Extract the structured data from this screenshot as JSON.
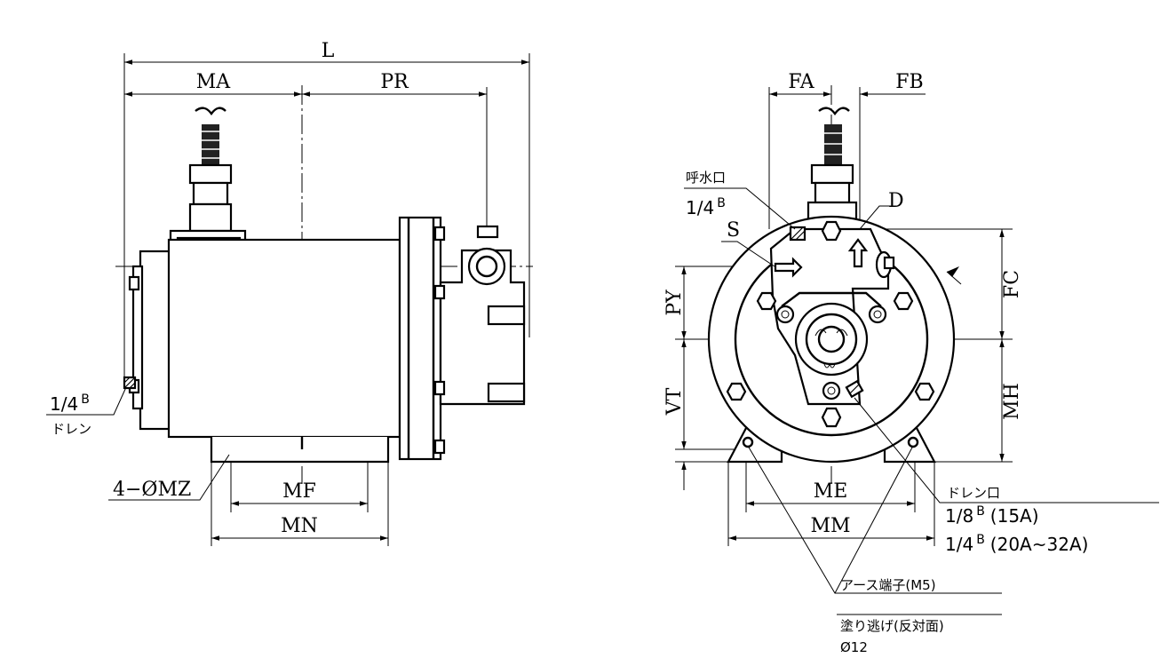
{
  "side_view": {
    "dim_L": "L",
    "dim_MA": "MA",
    "dim_PR": "PR",
    "dim_MF": "MF",
    "dim_MN": "MN",
    "bolt_callout": "4−ØMZ",
    "drain_size": "1/4",
    "drain_superscript": "B",
    "drain_label": "ドレン"
  },
  "front_view": {
    "dim_FA": "FA",
    "dim_FB": "FB",
    "dim_FC": "FC",
    "dim_MH": "MH",
    "dim_PY": "PY",
    "dim_VT": "VT",
    "dim_ME": "ME",
    "dim_MM": "MM",
    "label_D": "D",
    "label_S": "S",
    "priming_port_label": "呼水口",
    "priming_port_size": "1/4",
    "priming_port_superscript": "B",
    "drain_port_label": "ドレン口",
    "drain_port_line1_size": "1/8",
    "drain_port_line1_superscript": "B",
    "drain_port_line1_note": "(15A)",
    "drain_port_line2_size": "1/4",
    "drain_port_line2_superscript": "B",
    "drain_port_line2_note": "(20A~32A)",
    "earth_terminal_label": "アース端子(M5)",
    "paint_relief_label": "塗り逃げ(反対面)",
    "paint_relief_size": "Ø12"
  }
}
